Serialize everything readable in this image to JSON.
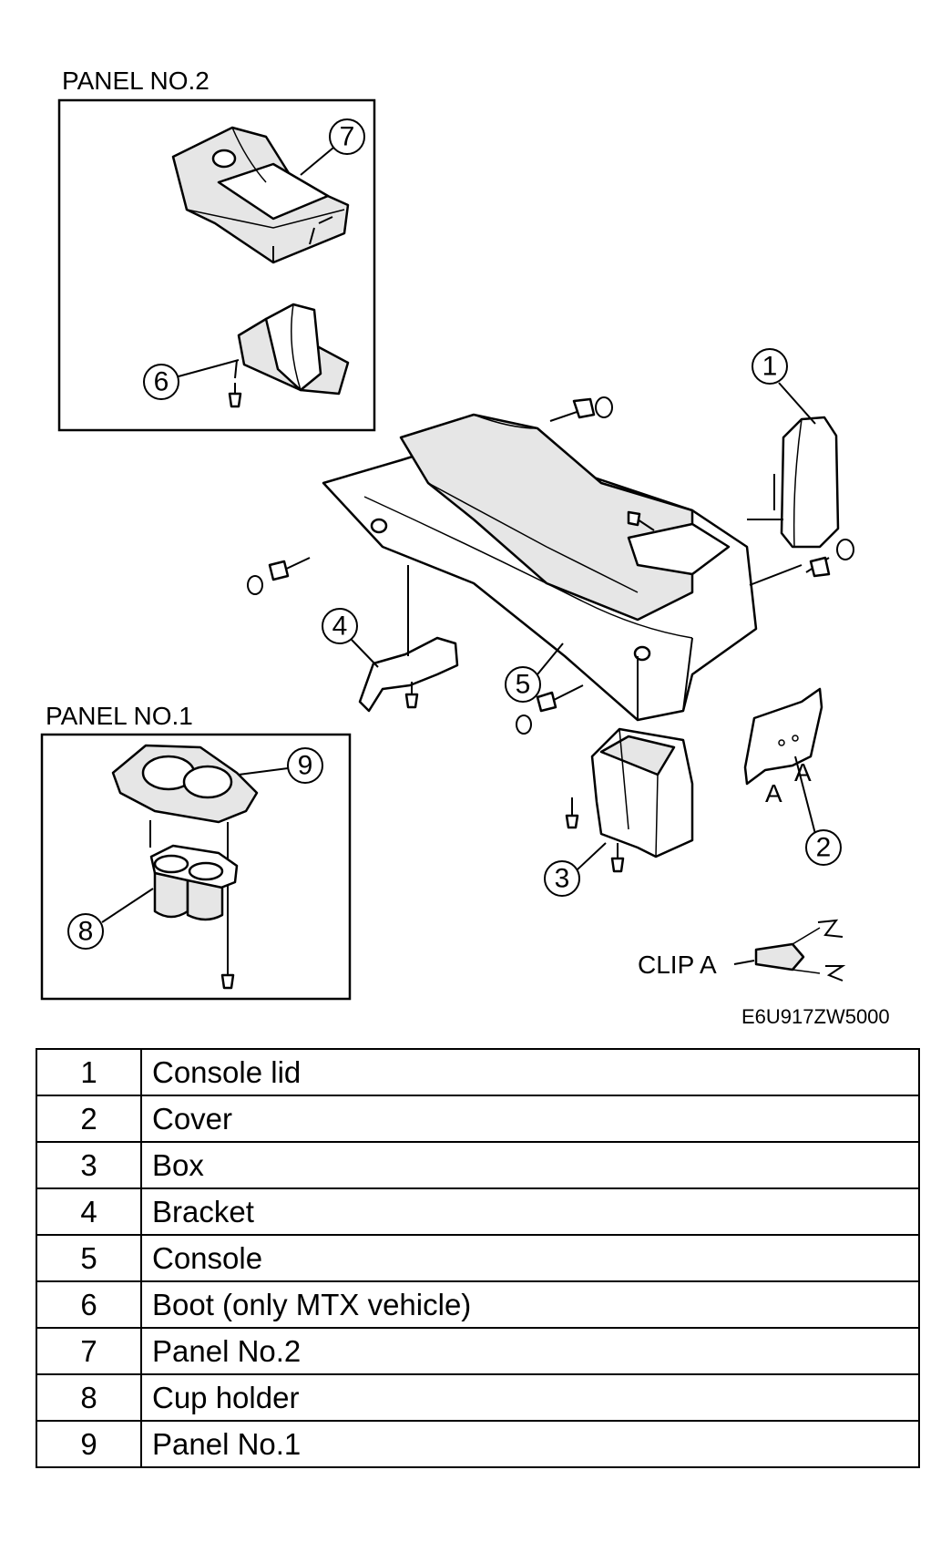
{
  "diagram": {
    "panel2_label": "PANEL NO.2",
    "panel1_label": "PANEL NO.1",
    "clip_label": "CLIP A",
    "clip_marker_a": "A",
    "figure_code": "E6U917ZW5000",
    "callouts": [
      "1",
      "2",
      "3",
      "4",
      "5",
      "6",
      "7",
      "8",
      "9"
    ]
  },
  "parts_table": {
    "rows": [
      {
        "num": "1",
        "name": "Console lid"
      },
      {
        "num": "2",
        "name": "Cover"
      },
      {
        "num": "3",
        "name": "Box"
      },
      {
        "num": "4",
        "name": "Bracket"
      },
      {
        "num": "5",
        "name": "Console"
      },
      {
        "num": "6",
        "name": "Boot (only MTX vehicle)"
      },
      {
        "num": "7",
        "name": "Panel No.2"
      },
      {
        "num": "8",
        "name": "Cup holder"
      },
      {
        "num": "9",
        "name": "Panel No.1"
      }
    ]
  }
}
